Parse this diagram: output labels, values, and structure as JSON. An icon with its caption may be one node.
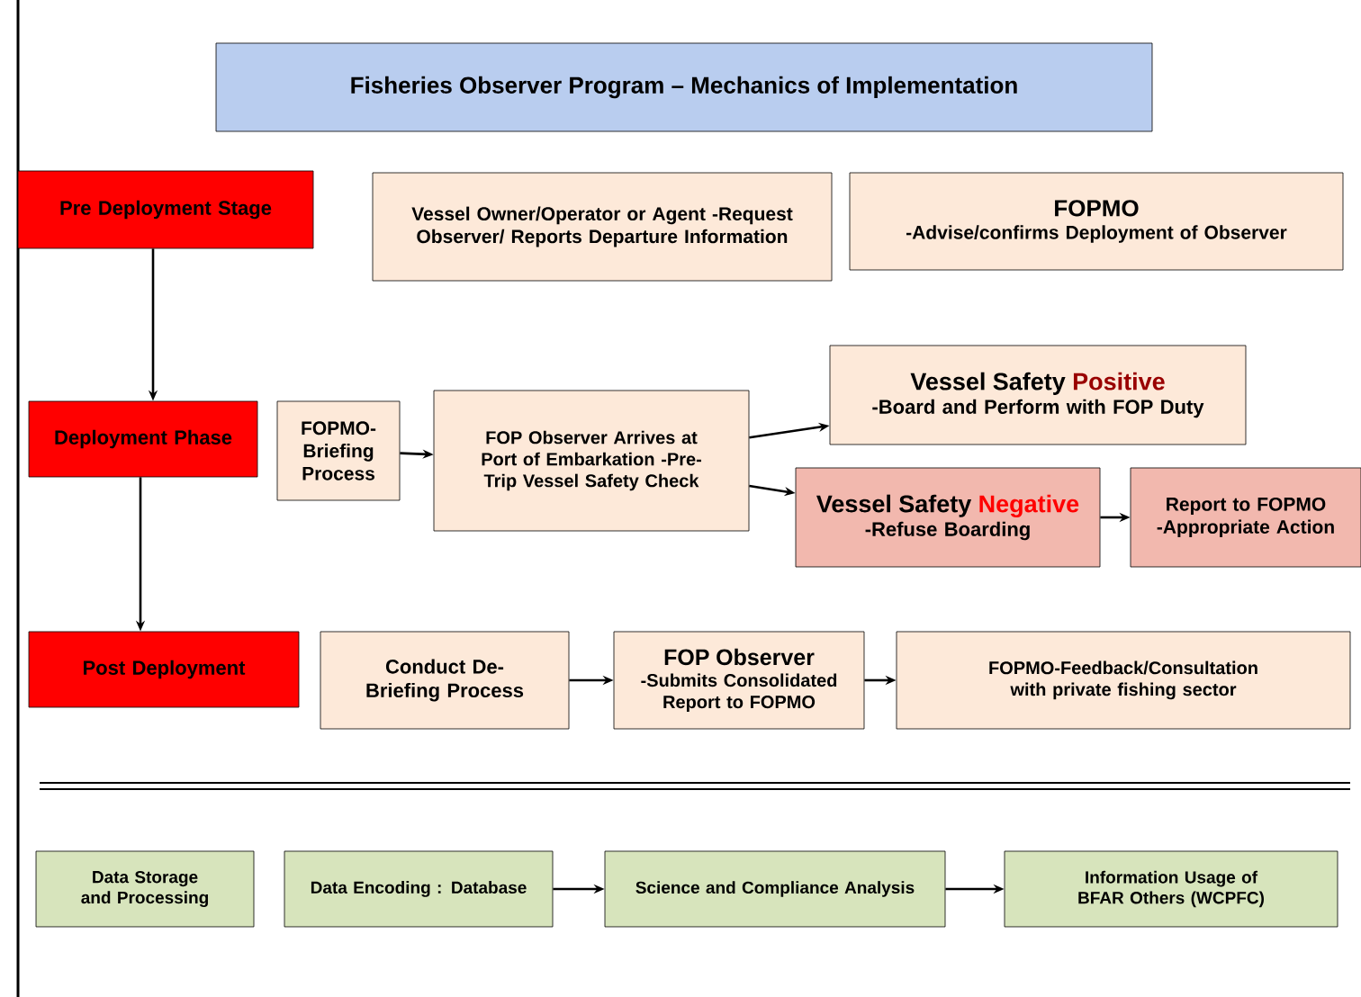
{
  "diagram": {
    "title": "Fisheries Observer Program – Mechanics of Implementation",
    "nodes": [
      {
        "text": [
          "Pre Deployment Stage"
        ]
      },
      {
        "text": [
          "Vessel Owner/Operator or Agent -Request Observer/ Reports Departure Information"
        ]
      },
      {
        "text": [
          "FOPMO",
          "-Advise/confirms Deployment of Observer"
        ]
      },
      {
        "text": [
          "Deployment Phase"
        ]
      },
      {
        "text": [
          "FOPMO-Briefing Process"
        ]
      },
      {
        "text": [
          "FOP Observer Arrives at Port of Embarkation -Pre-Trip Vessel Safety Check"
        ]
      },
      {
        "text": [
          "Vessel Safety",
          "Positive",
          "-Board and Perform with FOP Duty"
        ]
      },
      {
        "text": [
          "Vessel Safety",
          "Negative",
          "-Refuse Boarding"
        ]
      },
      {
        "text": [
          "Report to FOPMO -Appropriate Action"
        ]
      },
      {
        "text": [
          "Post Deployment"
        ]
      },
      {
        "text": [
          "Conduct De-Briefing Process"
        ]
      },
      {
        "text": [
          "FOP Observer",
          "-Submits Consolidated Report to FOPMO"
        ]
      },
      {
        "text": [
          "FOPMO-Feedback/Consultation with private fishing sector"
        ]
      },
      {
        "text": [
          "Data Storage and Processing"
        ]
      },
      {
        "text": [
          "Data Encoding : Database"
        ]
      },
      {
        "text": [
          "Science and Compliance Analysis"
        ]
      },
      {
        "text": [
          "Information Usage of BFAR Others (WCPFC)"
        ]
      }
    ],
    "edges": [
      {
        "from": 0,
        "to": 3,
        "arrow": "to"
      },
      {
        "from": 3,
        "to": 9,
        "arrow": "to"
      },
      {
        "from": 4,
        "to": 5,
        "arrow": "to"
      },
      {
        "from": 5,
        "to": 6,
        "arrow": "to"
      },
      {
        "from": 5,
        "to": 7,
        "arrow": "to"
      },
      {
        "from": 7,
        "to": 8,
        "arrow": "to"
      },
      {
        "from": 10,
        "to": 11,
        "arrow": "to"
      },
      {
        "from": 11,
        "to": 12,
        "arrow": "to"
      },
      {
        "from": 14,
        "to": 15,
        "arrow": "to"
      },
      {
        "from": 15,
        "to": 16,
        "arrow": "to"
      }
    ]
  }
}
